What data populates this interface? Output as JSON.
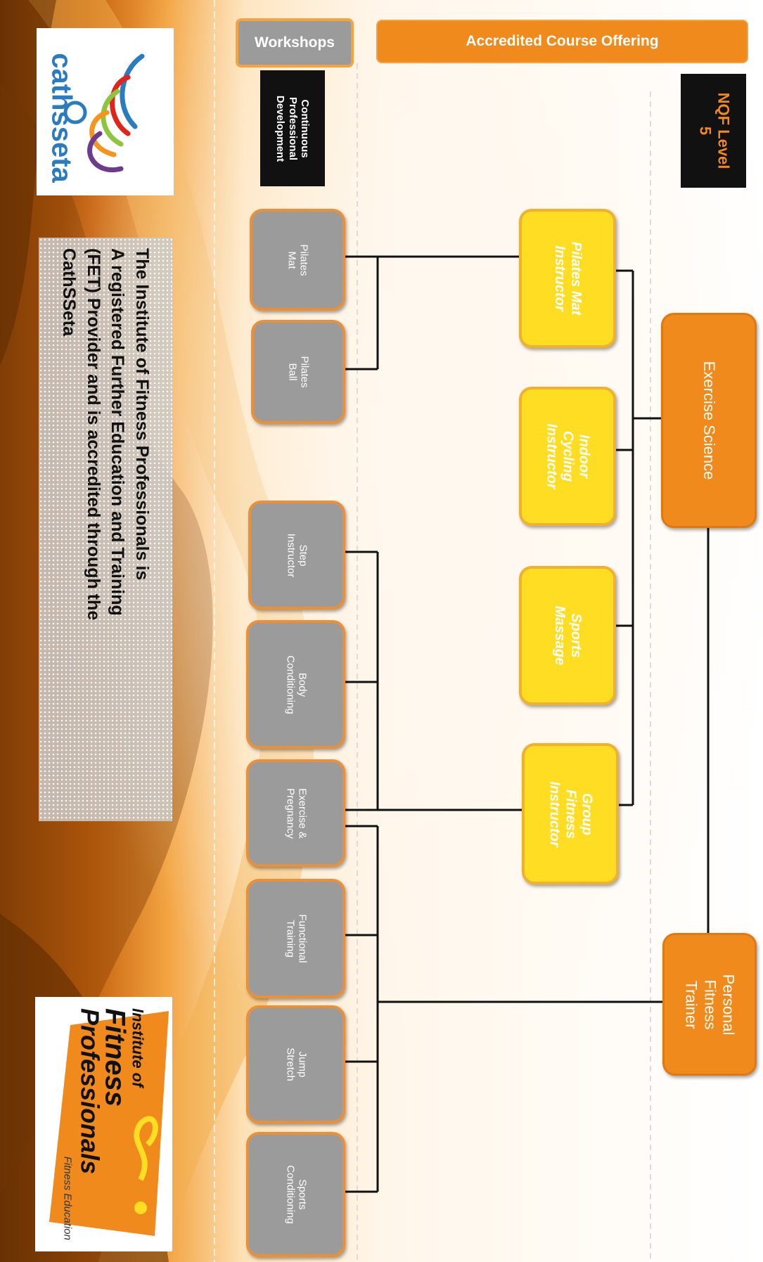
{
  "headers": {
    "accredited": "Accredited Course Offering",
    "workshops": "Workshops"
  },
  "labels": {
    "nqf_level": "NQF Level\n5",
    "cpd": "Continuous\nProfessional\nDevelopment"
  },
  "root": {
    "exercise_science": "Exercise Science",
    "personal_trainer": "Personal\nFitness\nTrainer"
  },
  "courses": [
    "Pilates Mat\nInstructor",
    "Indoor\nCycling\nInstructor",
    "Sports\nMassage",
    "Group\nFitness\nInstructor"
  ],
  "workshops": [
    "Pilates\nMat",
    "Pilates\nBall",
    "Step\nInstructor",
    "Body\nConditioning",
    "Exercise &\nPregnancy",
    "Functional\nTraining",
    "Jump\nStretch",
    "Sports\nConditioning"
  ],
  "institute_statement": "The Institute of Fitness Professionals is\nA registered Further Education and Training\n(FET) Provider and is accredited through the\nCathSSeta",
  "logos": {
    "cathsseta": "cathsseta",
    "ifp_line1": "Institute of",
    "ifp_line2": "Fitness",
    "ifp_line3": "Professionals",
    "ifp_tagline": "Fitness Education"
  },
  "colors": {
    "orange": "#f08a1c",
    "yellow": "#ffdd22",
    "gray": "#9b9b9b"
  }
}
